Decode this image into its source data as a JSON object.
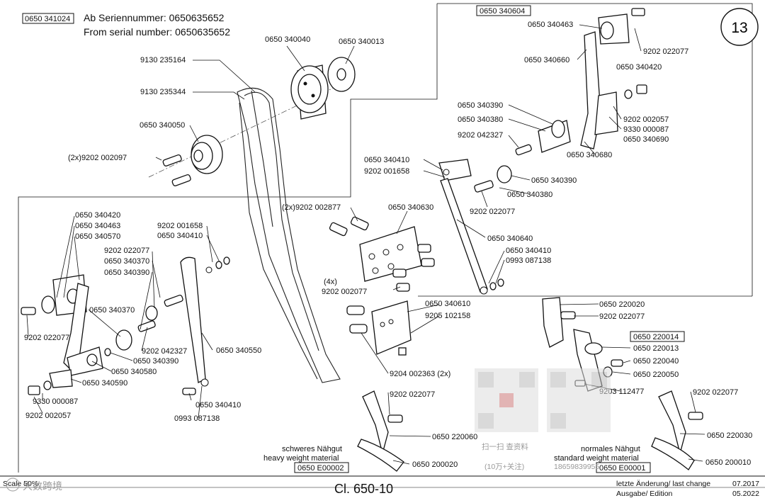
{
  "header": {
    "ref_box": "0650 341024",
    "line_de": "Ab Seriennummer: 0650635652",
    "line_en": "From serial number: 0650635652"
  },
  "page_number": "13",
  "group_box_right": "0650 340604",
  "labels": [
    {
      "id": "lbl-0650-340040",
      "text": "0650 340040"
    },
    {
      "id": "lbl-0650-340013",
      "text": "0650 340013"
    },
    {
      "id": "lbl-9130-235164",
      "text": "9130 235164"
    },
    {
      "id": "lbl-9130-235344",
      "text": "9130 235344"
    },
    {
      "id": "lbl-0650-340050",
      "text": "0650 340050"
    },
    {
      "id": "lbl-2x-9202-002097",
      "text": "(2x)9202 002097"
    },
    {
      "id": "lbl-0650-340463-r",
      "text": "0650 340463"
    },
    {
      "id": "lbl-0650-340660",
      "text": "0650 340660"
    },
    {
      "id": "lbl-9202-022077-r1",
      "text": "9202 022077"
    },
    {
      "id": "lbl-0650-340420-r",
      "text": "0650 340420"
    },
    {
      "id": "lbl-0650-340390-r1",
      "text": "0650 340390"
    },
    {
      "id": "lbl-0650-340380-r1",
      "text": "0650 340380"
    },
    {
      "id": "lbl-9202-042327-r",
      "text": "9202 042327"
    },
    {
      "id": "lbl-9202-002057-r",
      "text": "9202 002057"
    },
    {
      "id": "lbl-9330-000087-r",
      "text": "9330 000087"
    },
    {
      "id": "lbl-0650-340690",
      "text": "0650 340690"
    },
    {
      "id": "lbl-0650-340680",
      "text": "0650 340680"
    },
    {
      "id": "lbl-0650-340410-m",
      "text": "0650 340410"
    },
    {
      "id": "lbl-9202-001658-m",
      "text": "9202 001658"
    },
    {
      "id": "lbl-0650-340390-m",
      "text": "0650 340390"
    },
    {
      "id": "lbl-0650-340380-m",
      "text": "0650 340380"
    },
    {
      "id": "lbl-9202-022077-m",
      "text": "9202 022077"
    },
    {
      "id": "lbl-2x-9202-002877",
      "text": "(2x)9202 002877"
    },
    {
      "id": "lbl-0650-340630",
      "text": "0650 340630"
    },
    {
      "id": "lbl-0650-340640",
      "text": "0650 340640"
    },
    {
      "id": "lbl-0650-340410-m2",
      "text": "0650 340410"
    },
    {
      "id": "lbl-0993-087138-m",
      "text": "0993 087138"
    },
    {
      "id": "lbl-4x",
      "text": "(4x)"
    },
    {
      "id": "lbl-9202-002077",
      "text": "9202 002077"
    },
    {
      "id": "lbl-0650-340610",
      "text": "0650 340610"
    },
    {
      "id": "lbl-9205-102158",
      "text": "9205 102158"
    },
    {
      "id": "lbl-9204-002363",
      "text": "9204 002363 (2x)"
    },
    {
      "id": "lbl-0650-340420-l",
      "text": "0650 340420"
    },
    {
      "id": "lbl-0650-340463-l",
      "text": "0650 340463"
    },
    {
      "id": "lbl-0650-340570",
      "text": "0650 340570"
    },
    {
      "id": "lbl-9202-001658-l",
      "text": "9202 001658"
    },
    {
      "id": "lbl-0650-340410-l",
      "text": "0650 340410"
    },
    {
      "id": "lbl-9202-022077-l",
      "text": "9202 022077"
    },
    {
      "id": "lbl-0650-340370-l1",
      "text": "0650 340370"
    },
    {
      "id": "lbl-0650-340390-l1",
      "text": "0650 340390"
    },
    {
      "id": "lbl-0650-340370-l2",
      "text": "0650 340370"
    },
    {
      "id": "lbl-9202-022077-l2",
      "text": "9202 022077"
    },
    {
      "id": "lbl-9202-042327-l",
      "text": "9202 042327"
    },
    {
      "id": "lbl-0650-340390-l2",
      "text": "0650 340390"
    },
    {
      "id": "lbl-0650-340580",
      "text": "0650 340580"
    },
    {
      "id": "lbl-0650-340590",
      "text": "0650 340590"
    },
    {
      "id": "lbl-0650-340550",
      "text": "0650 340550"
    },
    {
      "id": "lbl-9330-000087-l",
      "text": "9330 000087"
    },
    {
      "id": "lbl-9202-002057-l",
      "text": "9202 002057"
    },
    {
      "id": "lbl-0650-340410-b",
      "text": "0650 340410"
    },
    {
      "id": "lbl-0993-087138-b",
      "text": "0993 087138"
    },
    {
      "id": "lbl-0650-220020",
      "text": "0650 220020"
    },
    {
      "id": "lbl-9202-022077-rr",
      "text": "9202 022077"
    },
    {
      "id": "lbl-0650-220013",
      "text": "0650 220013"
    },
    {
      "id": "lbl-0650-220040",
      "text": "0650 220040"
    },
    {
      "id": "lbl-0650-220050",
      "text": "0650 220050"
    },
    {
      "id": "lbl-9203-112477",
      "text": "9203 112477"
    },
    {
      "id": "lbl-9202-022077-hw",
      "text": "9202 022077"
    },
    {
      "id": "lbl-0650-220060",
      "text": "0650 220060"
    },
    {
      "id": "lbl-0650-200020",
      "text": "0650 200020"
    },
    {
      "id": "lbl-9202-022077-sw",
      "text": "9202 022077"
    },
    {
      "id": "lbl-0650-220030",
      "text": "0650 220030"
    },
    {
      "id": "lbl-0650-200010",
      "text": "0650 200010"
    }
  ],
  "boxed_refs": {
    "kit_220014": "0650 220014",
    "heavy_ref": "0650 E00002",
    "standard_ref": "0650 E00001"
  },
  "material_notes": {
    "heavy_de": "schweres Nähgut",
    "heavy_en": "heavy weight material",
    "standard_de": "normales Nähgut",
    "standard_en": "standard weight material"
  },
  "footer": {
    "scale": "Scale 50%",
    "model": "Cl. 650-10",
    "last_change_label": "letzte Änderung/ last change",
    "last_change_date": "07.2017",
    "edition_label": "Ausgabe/ Edition",
    "edition_date": "05.2022"
  },
  "watermark": {
    "logo_text": "大数跨境",
    "qr_caption_1": "扫一扫 查资料",
    "qr_caption_2": "(10万+关注)",
    "qr_caption_3": "18659839955"
  }
}
